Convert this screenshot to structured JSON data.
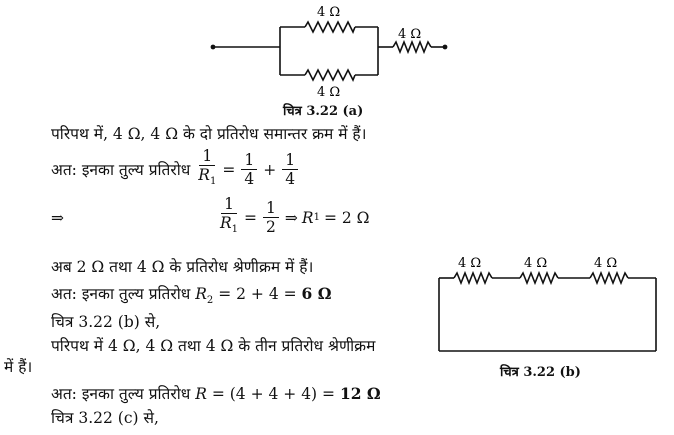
{
  "figure_a": {
    "r_top": "4 Ω",
    "r_bottom": "4 Ω",
    "r_series": "4 Ω",
    "caption": "चित्र 3.22 (a)"
  },
  "figure_b": {
    "r1": "4 Ω",
    "r2": "4 Ω",
    "r3": "4 Ω",
    "caption": "चित्र 3.22 (b)"
  },
  "text": {
    "line1": "परिपथ में, 4 Ω, 4 Ω के दो प्रतिरोध समान्तर क्रम में हैं।",
    "line2_prefix": "अत: इनका तुल्य प्रतिरोध",
    "eq1": {
      "lhs_num": "1",
      "lhs_den_var": "R",
      "lhs_den_sub": "1",
      "eq": "=",
      "t1_num": "1",
      "t1_den": "4",
      "plus": "+",
      "t2_num": "1",
      "t2_den": "4"
    },
    "implies": "⇒",
    "eq2": {
      "lhs_num": "1",
      "lhs_den_var": "R",
      "lhs_den_sub": "1",
      "eq": "=",
      "r_num": "1",
      "r_den": "2",
      "implies": "⇒",
      "res_var": "R",
      "res_sub": "1",
      "res_val": "= 2 Ω"
    },
    "line4": "अब 2 Ω तथा 4 Ω के प्रतिरोध श्रेणीक्रम में हैं।",
    "line5_prefix": "अत: इनका तुल्य प्रतिरोध",
    "line5_var": "R",
    "line5_sub": "2",
    "line5_expr": "= 2 + 4 =",
    "line5_result": "6 Ω",
    "line6": "चित्र 3.22 (b) से,",
    "line7": "परिपथ में 4 Ω, 4 Ω तथा 4 Ω के तीन प्रतिरोध श्रेणीक्रम",
    "line8": "में हैं।",
    "line9_prefix": "अत: इनका तुल्य प्रतिरोध",
    "line9_var": "R",
    "line9_expr": "= (4 + 4 + 4) =",
    "line9_result": "12 Ω",
    "line10": "चित्र 3.22 (c) से,"
  }
}
